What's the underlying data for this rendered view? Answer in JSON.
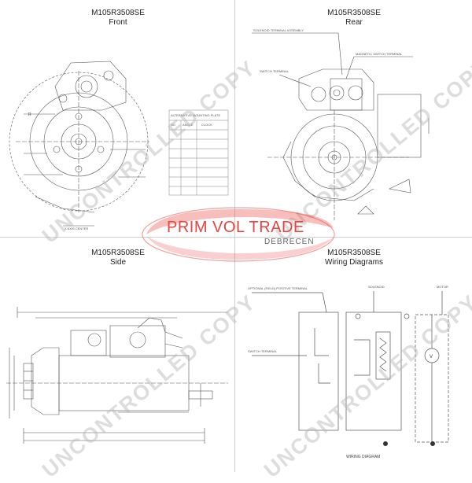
{
  "panels": {
    "front": {
      "model": "M105R3508SE",
      "view": "Front"
    },
    "rear": {
      "model": "M105R3508SE",
      "view": "Rear"
    },
    "side": {
      "model": "M105R3508SE",
      "view": "Side"
    },
    "wiring": {
      "model": "M105R3508SE",
      "view": "Wiring Diagrams"
    }
  },
  "front_labels": {
    "r_tag": "R",
    "x_axis_dim": "X AXIS CENTER",
    "table_title": "ALTERNATIVE MOUNTING PLATE",
    "table_header": [
      "NO",
      "ANGLE",
      "CLOCK"
    ]
  },
  "rear_labels": {
    "solenoid_terminal": "SOLENOID TERMINAL ASSEMBLY",
    "mag_switch": "MAGNETIC SWITCH TERMINAL",
    "switch_terminal": "SWITCH TERMINAL"
  },
  "wiring_labels": {
    "optional": "OPTIONAL (FIELD) POSITIVE TERMINAL",
    "solenoid": "SOLENOID",
    "motor": "MOTOR",
    "switch": "SWITCH TERMINAL",
    "footer": "WIRING DIAGRAM",
    "motor_symbol": "V"
  },
  "watermark": {
    "text": "UNCONTROLLED COPY",
    "color": "#b4b4b4"
  },
  "brand": {
    "name": "PRIM VOL TRADE",
    "city": "DEBRECEN",
    "color": "#e8443e"
  }
}
